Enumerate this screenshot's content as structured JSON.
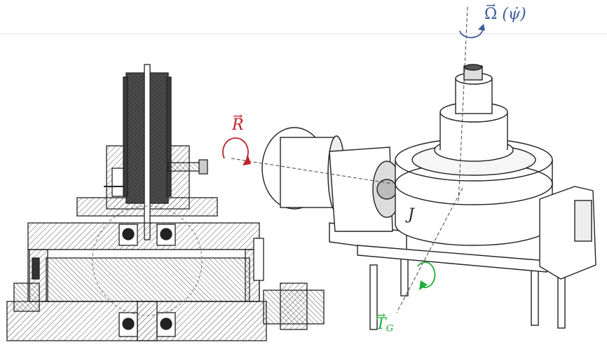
{
  "labels": {
    "omega_symbol": "Ω",
    "omega_arg": "(ψ̇)",
    "r_symbol": "R",
    "t_symbol": "T",
    "t_subscript": "G",
    "j_symbol": "J"
  },
  "colors": {
    "omega": "#3b5a9a",
    "r": "#c0202a",
    "t": "#1fae3c",
    "line": "#222222",
    "hatch": "#555555",
    "dark_fill": "#3a3a3a",
    "light_fill": "#f4f4f4"
  }
}
